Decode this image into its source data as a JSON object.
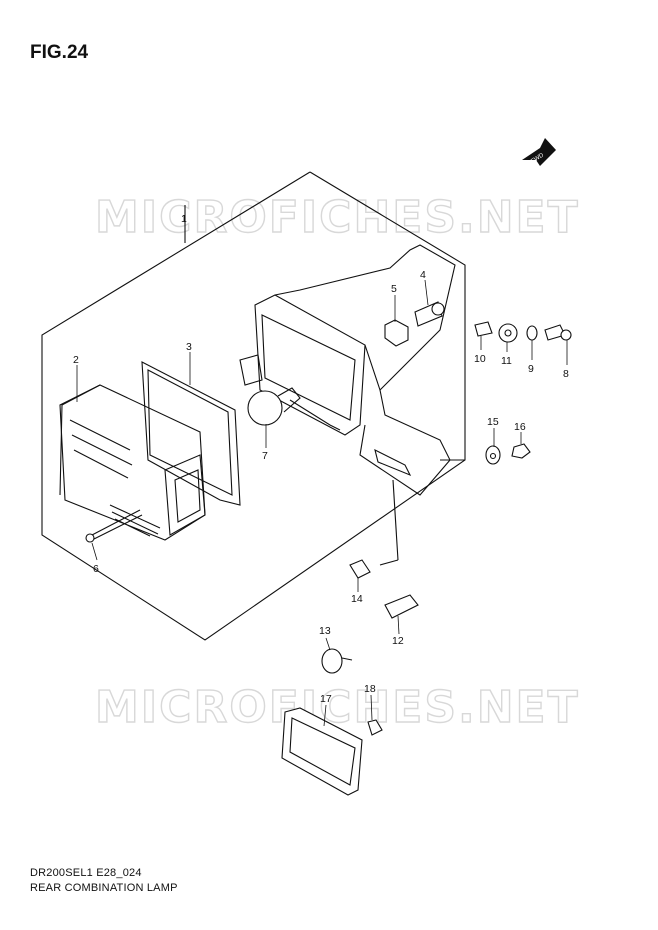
{
  "figure": {
    "title": "FIG.24"
  },
  "footer": {
    "model_code": "DR200SEL1 E28_024",
    "section_name": "REAR COMBINATION LAMP"
  },
  "watermark": {
    "text": "MICROFICHES.NET"
  },
  "fwd_badge": {
    "text": "FWD"
  },
  "callouts": [
    {
      "id": "1",
      "label": "1"
    },
    {
      "id": "2",
      "label": "2"
    },
    {
      "id": "3",
      "label": "3"
    },
    {
      "id": "4",
      "label": "4"
    },
    {
      "id": "5",
      "label": "5"
    },
    {
      "id": "6",
      "label": "6"
    },
    {
      "id": "7",
      "label": "7"
    },
    {
      "id": "8",
      "label": "8"
    },
    {
      "id": "9",
      "label": "9"
    },
    {
      "id": "10",
      "label": "10"
    },
    {
      "id": "11",
      "label": "11"
    },
    {
      "id": "12",
      "label": "12"
    },
    {
      "id": "13",
      "label": "13"
    },
    {
      "id": "14",
      "label": "14"
    },
    {
      "id": "15",
      "label": "15"
    },
    {
      "id": "16",
      "label": "16"
    },
    {
      "id": "17",
      "label": "17"
    },
    {
      "id": "18",
      "label": "18"
    }
  ],
  "colors": {
    "line": "#111111",
    "watermark": "#d8d8d8",
    "background": "#ffffff"
  }
}
